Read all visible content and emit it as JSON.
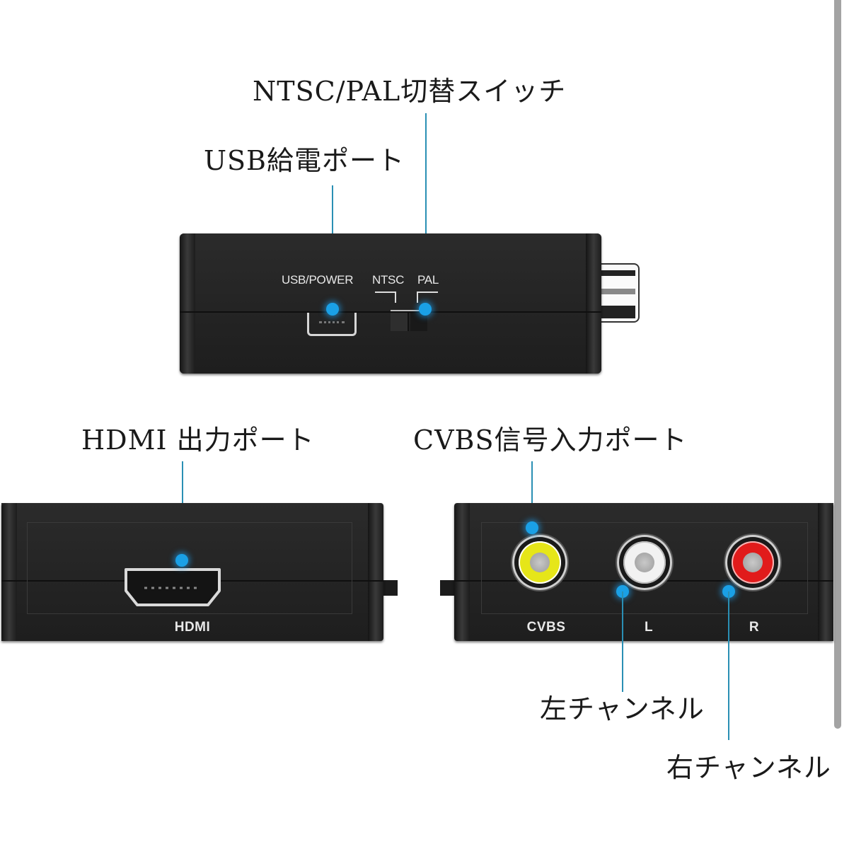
{
  "callouts": {
    "ntsc_pal_switch": "NTSC/PAL切替スイッチ",
    "usb_power_port": "USB給電ポート",
    "hdmi_output_port": "HDMI 出力ポート",
    "cvbs_input_port": "CVBS信号入力ポート",
    "left_channel": "左チャンネル",
    "right_channel": "右チャンネル"
  },
  "device_labels": {
    "usb_power": "USB/POWER",
    "ntsc": "NTSC",
    "pal": "PAL",
    "hdmi": "HDMI",
    "cvbs": "CVBS",
    "left": "L",
    "right": "R"
  },
  "colors": {
    "leader_line": "#2a8fb4",
    "marker": "#1aa0e6",
    "device_body": "#222222",
    "rca_cvbs": "#e6e619",
    "rca_left": "#f2f2f2",
    "rca_right": "#e11b1b"
  }
}
